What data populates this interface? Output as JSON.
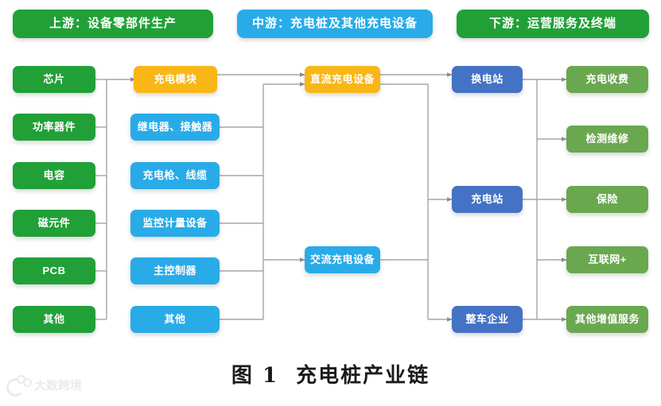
{
  "figure": {
    "caption_number": "图 1",
    "caption_title": "充电桩产业链"
  },
  "watermark": {
    "text": "大数跨境",
    "icon": "camera-lens-logo-icon"
  },
  "colors": {
    "upstream_green": "#21a038",
    "midstream_blue": "#29abe8",
    "module_orange": "#f9b617",
    "station_blue": "#4472c4",
    "service_green": "#6aa84f",
    "edge_gray": "#a6a6a6",
    "background": "#ffffff",
    "caption_text": "#1a1a1a"
  },
  "headers": [
    {
      "id": "upstream",
      "label": "上游：设备零部件生产",
      "color": "#21a038"
    },
    {
      "id": "midstream",
      "label": "中游：充电桩及其他充电设备",
      "color": "#29abe8"
    },
    {
      "id": "downstream",
      "label": "下游：运营服务及终端",
      "color": "#21a038"
    }
  ],
  "columns": {
    "upstream_parts": {
      "title": "上游：设备零部件生产",
      "items": [
        {
          "id": "chip",
          "label": "芯片"
        },
        {
          "id": "power-dev",
          "label": "功率器件"
        },
        {
          "id": "capacitor",
          "label": "电容"
        },
        {
          "id": "magnetic",
          "label": "磁元件"
        },
        {
          "id": "pcb",
          "label": "PCB"
        },
        {
          "id": "other-up",
          "label": "其他"
        }
      ]
    },
    "midstream_components": {
      "items": [
        {
          "id": "charge-module",
          "label": "充电模块",
          "color": "#f9b617"
        },
        {
          "id": "relay",
          "label": "继电器、接触器",
          "color": "#29abe8"
        },
        {
          "id": "gun-cable",
          "label": "充电枪、线缆",
          "color": "#29abe8"
        },
        {
          "id": "monitoring",
          "label": "监控计量设备",
          "color": "#29abe8"
        },
        {
          "id": "controller",
          "label": "主控制器",
          "color": "#29abe8"
        },
        {
          "id": "other-mid",
          "label": "其他",
          "color": "#29abe8"
        }
      ]
    },
    "charging_equipment": {
      "items": [
        {
          "id": "dc-equipment",
          "label": "直流充电设备",
          "color": "#f9b617"
        },
        {
          "id": "ac-equipment",
          "label": "交流充电设备",
          "color": "#29abe8"
        }
      ]
    },
    "stations": {
      "items": [
        {
          "id": "swap-station",
          "label": "换电站"
        },
        {
          "id": "charge-station",
          "label": "充电站"
        },
        {
          "id": "vehicle-oem",
          "label": "整车企业"
        }
      ]
    },
    "services": {
      "items": [
        {
          "id": "charging-fee",
          "label": "充电收费"
        },
        {
          "id": "inspection-repair",
          "label": "检测维修"
        },
        {
          "id": "insurance",
          "label": "保险"
        },
        {
          "id": "internet-plus",
          "label": "互联网+"
        },
        {
          "id": "other-value-added",
          "label": "其他增值服务"
        }
      ]
    }
  }
}
